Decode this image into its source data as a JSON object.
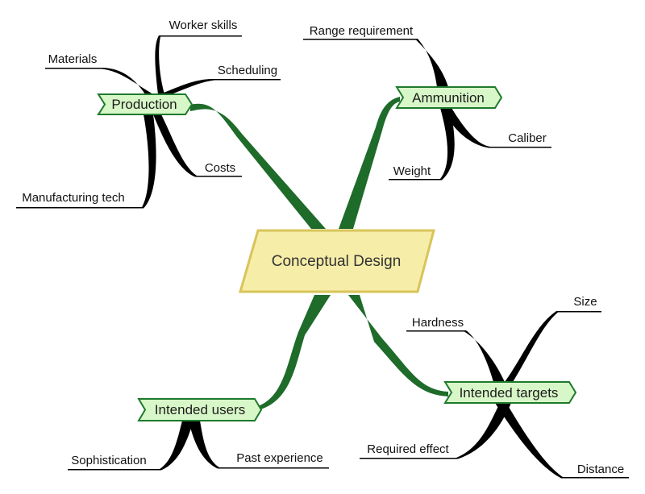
{
  "central": {
    "label": "Conceptual Design"
  },
  "colors": {
    "branch_fill": "#d8f7c8",
    "branch_stroke": "#1e7a2c",
    "link": "#1e6b2a",
    "center_fill": "#f6eda8",
    "center_stroke": "#d8c45a",
    "leaf_stroke": "#000000"
  },
  "branches": [
    {
      "label": "Production",
      "leaves": [
        "Worker skills",
        "Materials",
        "Scheduling",
        "Costs",
        "Manufacturing tech"
      ]
    },
    {
      "label": "Ammunition",
      "leaves": [
        "Range requirement",
        "Caliber",
        "Weight"
      ]
    },
    {
      "label": "Intended users",
      "leaves": [
        "Sophistication",
        "Past experience"
      ]
    },
    {
      "label": "Intended targets",
      "leaves": [
        "Size",
        "Hardness",
        "Required effect",
        "Distance"
      ]
    }
  ]
}
